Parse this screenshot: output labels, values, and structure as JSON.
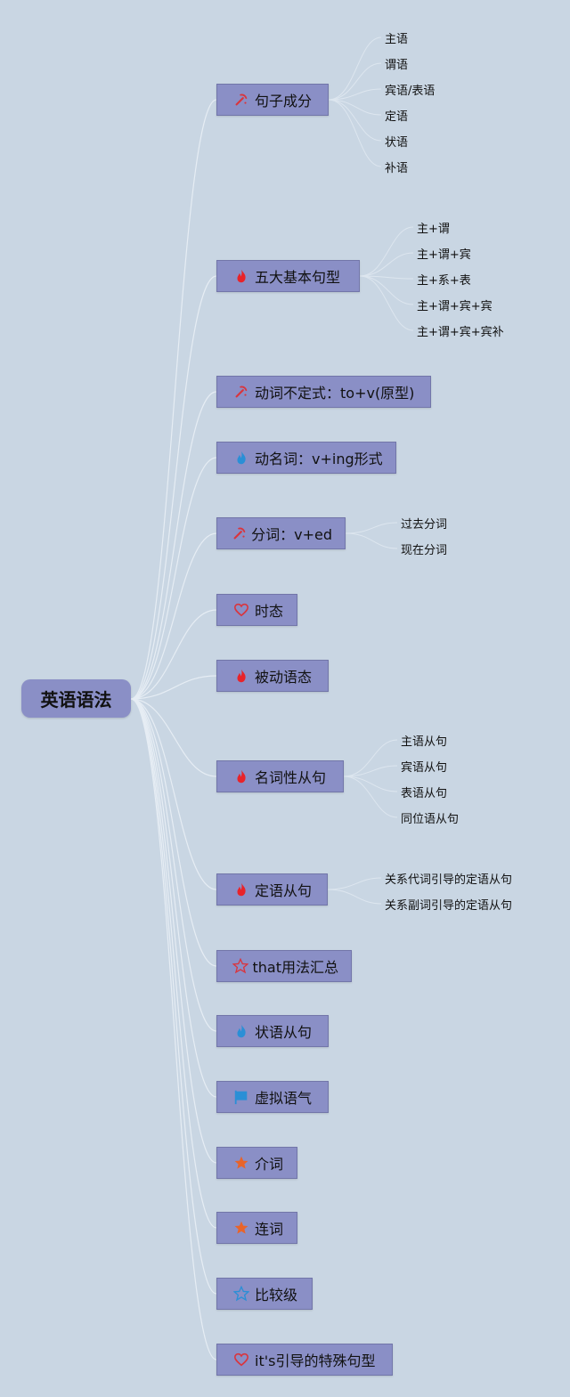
{
  "root": {
    "label": "英语语法"
  },
  "colors": {
    "node_fill": "#8a8fc6",
    "background": "#c9d6e3",
    "fire": "#e8232a",
    "blue": "#2a8fd6",
    "star_orange": "#e8642a"
  },
  "branches": [
    {
      "label": "句子成分",
      "icon": "pick-icon",
      "leaves": [
        "主语",
        "谓语",
        "宾语/表语",
        "定语",
        "状语",
        "补语"
      ]
    },
    {
      "label": "五大基本句型",
      "icon": "fire-icon",
      "leaves": [
        "主+谓",
        "主+谓+宾",
        "主+系+表",
        "主+谓+宾+宾",
        "主+谓+宾+宾补"
      ]
    },
    {
      "label": "动词不定式：to+v(原型)",
      "icon": "pick-icon",
      "leaves": []
    },
    {
      "label": "动名词：v+ing形式",
      "icon": "blue-fire-icon",
      "leaves": []
    },
    {
      "label": "分词：v+ed",
      "icon": "pick-icon",
      "leaves": [
        "过去分词",
        "现在分词"
      ]
    },
    {
      "label": "时态",
      "icon": "heart-icon",
      "leaves": []
    },
    {
      "label": "被动语态",
      "icon": "fire-icon",
      "leaves": []
    },
    {
      "label": "名词性从句",
      "icon": "fire-icon",
      "leaves": [
        "主语从句",
        "宾语从句",
        "表语从句",
        "同位语从句"
      ]
    },
    {
      "label": "定语从句",
      "icon": "fire-icon",
      "leaves": [
        "关系代词引导的定语从句",
        "关系副词引导的定语从句"
      ]
    },
    {
      "label": "that用法汇总",
      "icon": "star-outline-icon",
      "leaves": []
    },
    {
      "label": "状语从句",
      "icon": "blue-fire-icon",
      "leaves": []
    },
    {
      "label": "虚拟语气",
      "icon": "flag-icon",
      "leaves": []
    },
    {
      "label": "介词",
      "icon": "star-icon",
      "leaves": []
    },
    {
      "label": "连词",
      "icon": "star-icon",
      "leaves": []
    },
    {
      "label": "比较级",
      "icon": "blue-star-outline-icon",
      "leaves": []
    },
    {
      "label": "it's引导的特殊句型",
      "icon": "heart-icon",
      "leaves": []
    }
  ]
}
